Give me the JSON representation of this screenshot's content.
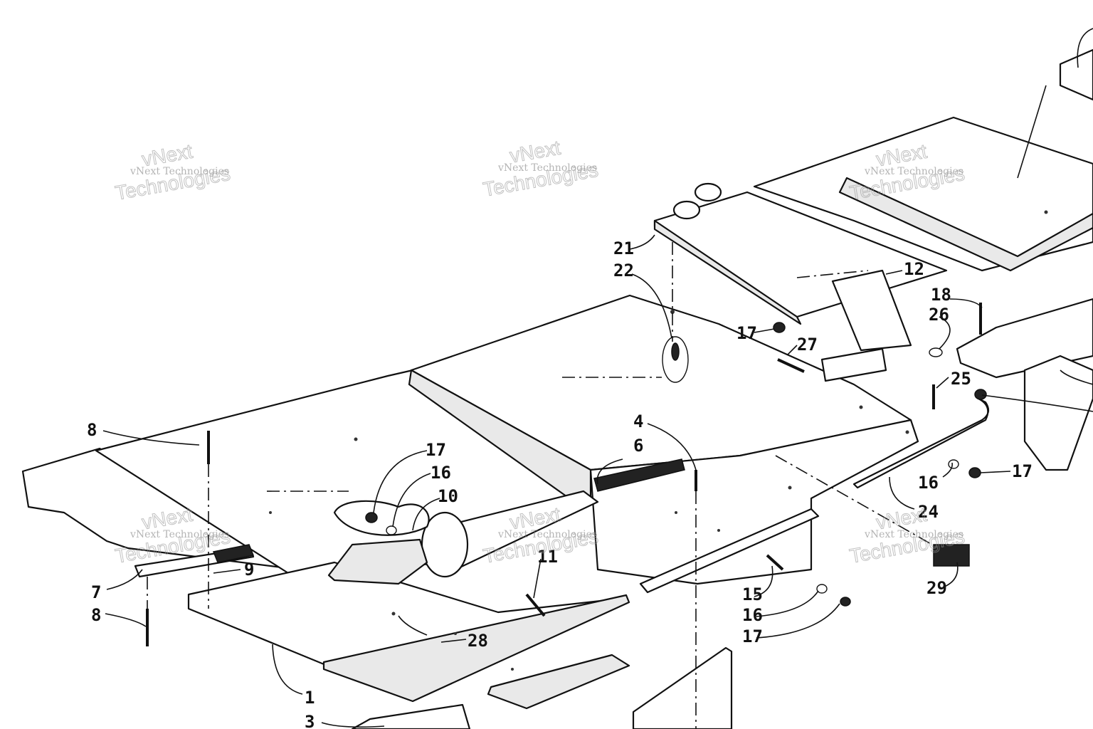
{
  "watermark": {
    "line1": "vNext Technologies",
    "line2": "vNext",
    "line3": "Technologies"
  },
  "callouts": {
    "c1": "1",
    "c3": "3",
    "c4": "4",
    "c6": "6",
    "c7": "7",
    "c8a": "8",
    "c8b": "8",
    "c9": "9",
    "c10": "10",
    "c11": "11",
    "c12": "12",
    "c15": "15",
    "c16a": "16",
    "c16b": "16",
    "c16c": "16",
    "c17a": "17",
    "c17b": "17",
    "c17c": "17",
    "c17d": "17",
    "c18": "18",
    "c21": "21",
    "c22": "22",
    "c24": "24",
    "c25": "25",
    "c26": "26",
    "c27": "27",
    "c28": "28",
    "c29": "29"
  }
}
